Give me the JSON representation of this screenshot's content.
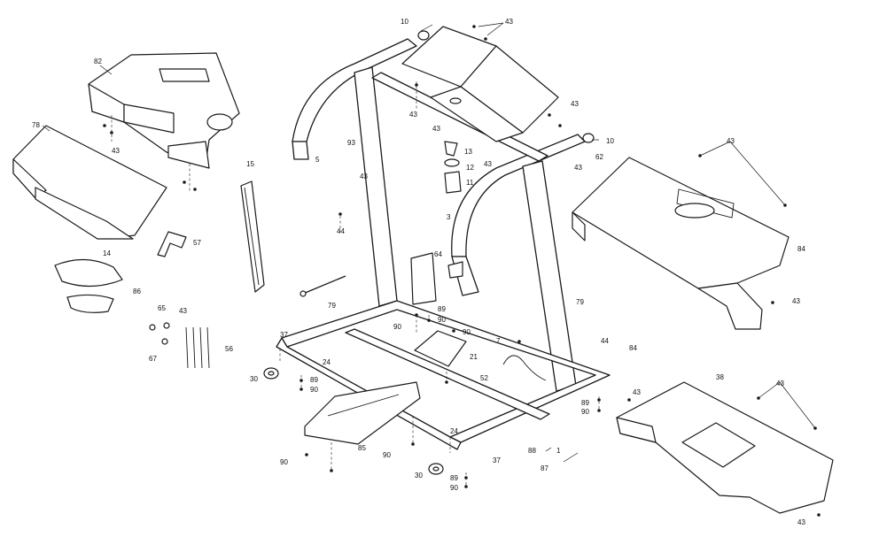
{
  "callouts": [
    {
      "id": "c-10a",
      "text": "10"
    },
    {
      "id": "c-43a",
      "text": "43"
    },
    {
      "id": "c-82",
      "text": "82"
    },
    {
      "id": "c-78",
      "text": "78"
    },
    {
      "id": "c-43b",
      "text": "43"
    },
    {
      "id": "c-43c",
      "text": "43"
    },
    {
      "id": "c-43d",
      "text": "43"
    },
    {
      "id": "c-43e",
      "text": "43"
    },
    {
      "id": "c-10b",
      "text": "10"
    },
    {
      "id": "c-93",
      "text": "93"
    },
    {
      "id": "c-5",
      "text": "5"
    },
    {
      "id": "c-43f",
      "text": "43"
    },
    {
      "id": "c-13",
      "text": "13"
    },
    {
      "id": "c-12",
      "text": "12"
    },
    {
      "id": "c-11",
      "text": "11"
    },
    {
      "id": "c-3",
      "text": "3"
    },
    {
      "id": "c-43g",
      "text": "43"
    },
    {
      "id": "c-43h",
      "text": "43"
    },
    {
      "id": "c-62",
      "text": "62"
    },
    {
      "id": "c-43i",
      "text": "43"
    },
    {
      "id": "c-15",
      "text": "15"
    },
    {
      "id": "c-44a",
      "text": "44"
    },
    {
      "id": "c-57",
      "text": "57"
    },
    {
      "id": "c-84a",
      "text": "84"
    },
    {
      "id": "c-14",
      "text": "14"
    },
    {
      "id": "c-86",
      "text": "86"
    },
    {
      "id": "c-64",
      "text": "64"
    },
    {
      "id": "c-79a",
      "text": "79"
    },
    {
      "id": "c-79b",
      "text": "79"
    },
    {
      "id": "c-43j",
      "text": "43"
    },
    {
      "id": "c-65",
      "text": "65"
    },
    {
      "id": "c-43k",
      "text": "43"
    },
    {
      "id": "c-89a",
      "text": "89"
    },
    {
      "id": "c-90a",
      "text": "90"
    },
    {
      "id": "c-90b",
      "text": "90"
    },
    {
      "id": "c-67",
      "text": "67"
    },
    {
      "id": "c-56",
      "text": "56"
    },
    {
      "id": "c-37a",
      "text": "37"
    },
    {
      "id": "c-90c",
      "text": "90"
    },
    {
      "id": "c-7",
      "text": "7"
    },
    {
      "id": "c-44b",
      "text": "44"
    },
    {
      "id": "c-84b",
      "text": "84"
    },
    {
      "id": "c-24a",
      "text": "24"
    },
    {
      "id": "c-21",
      "text": "21"
    },
    {
      "id": "c-30a",
      "text": "30"
    },
    {
      "id": "c-89b",
      "text": "89"
    },
    {
      "id": "c-90d",
      "text": "90"
    },
    {
      "id": "c-52",
      "text": "52"
    },
    {
      "id": "c-38",
      "text": "38"
    },
    {
      "id": "c-43l",
      "text": "43"
    },
    {
      "id": "c-43m",
      "text": "43"
    },
    {
      "id": "c-89c",
      "text": "89"
    },
    {
      "id": "c-90e",
      "text": "90"
    },
    {
      "id": "c-85",
      "text": "85"
    },
    {
      "id": "c-24b",
      "text": "24"
    },
    {
      "id": "c-90f",
      "text": "90"
    },
    {
      "id": "c-88",
      "text": "88"
    },
    {
      "id": "c-1",
      "text": "1"
    },
    {
      "id": "c-90g",
      "text": "90"
    },
    {
      "id": "c-37b",
      "text": "37"
    },
    {
      "id": "c-87",
      "text": "87"
    },
    {
      "id": "c-30b",
      "text": "30"
    },
    {
      "id": "c-89d",
      "text": "89"
    },
    {
      "id": "c-90h",
      "text": "90"
    },
    {
      "id": "c-43n",
      "text": "43"
    }
  ]
}
